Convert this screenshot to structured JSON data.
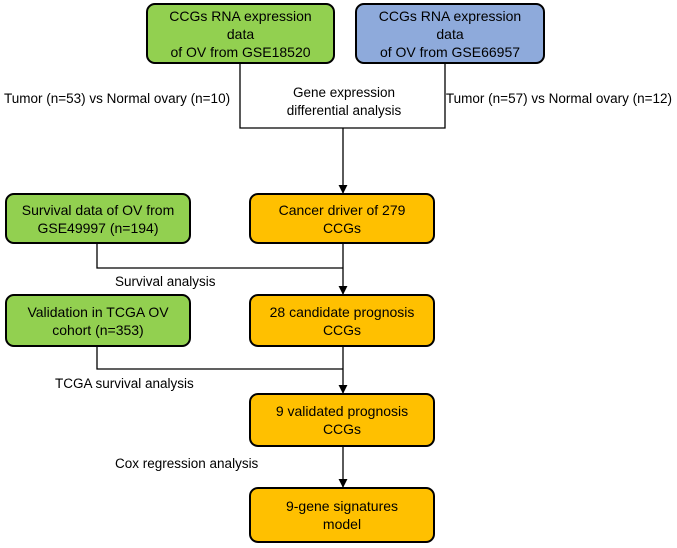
{
  "colors": {
    "green": "#92d050",
    "blue": "#8eaadb",
    "orange": "#ffc000",
    "line": "#000000"
  },
  "boxes": {
    "gse18520": "CCGs RNA expression data\nof OV from GSE18520",
    "gse66957": "CCGs RNA expression data\nof OV from GSE66957",
    "survival_data": "Survival data of OV from\nGSE49997 (n=194)",
    "cancer_driver": "Cancer driver of 279\nCCGs",
    "validation_tcga": "Validation in TCGA OV\ncohort (n=353)",
    "candidate": "28 candidate prognosis\nCCGs",
    "validated": "9 validated prognosis\nCCGs",
    "signature": "9-gene signatures\nmodel"
  },
  "labels": {
    "tumor_left": "Tumor (n=53) vs Normal ovary (n=10)",
    "gene_expression": "Gene expression\ndifferential analysis",
    "tumor_right": "Tumor (n=57) vs Normal ovary (n=12)",
    "survival_analysis": "Survival analysis",
    "tcga_survival": "TCGA survival analysis",
    "cox_regression": "Cox regression analysis"
  }
}
